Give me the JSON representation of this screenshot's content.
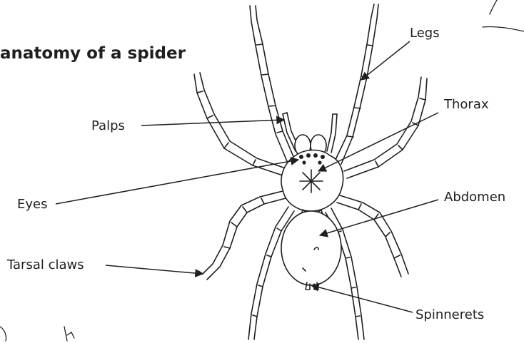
{
  "title": "anatomy of a spider",
  "labels": {
    "legs": "Legs",
    "thorax": "Thorax",
    "palps": "Palps",
    "abdomen": "Abdomen",
    "eyes": "Eyes",
    "tarsal_claws": "Tarsal claws",
    "spinnerets": "Spinnerets"
  },
  "colors": {
    "ink": "#1f1f1f",
    "background": "#ffffff"
  }
}
